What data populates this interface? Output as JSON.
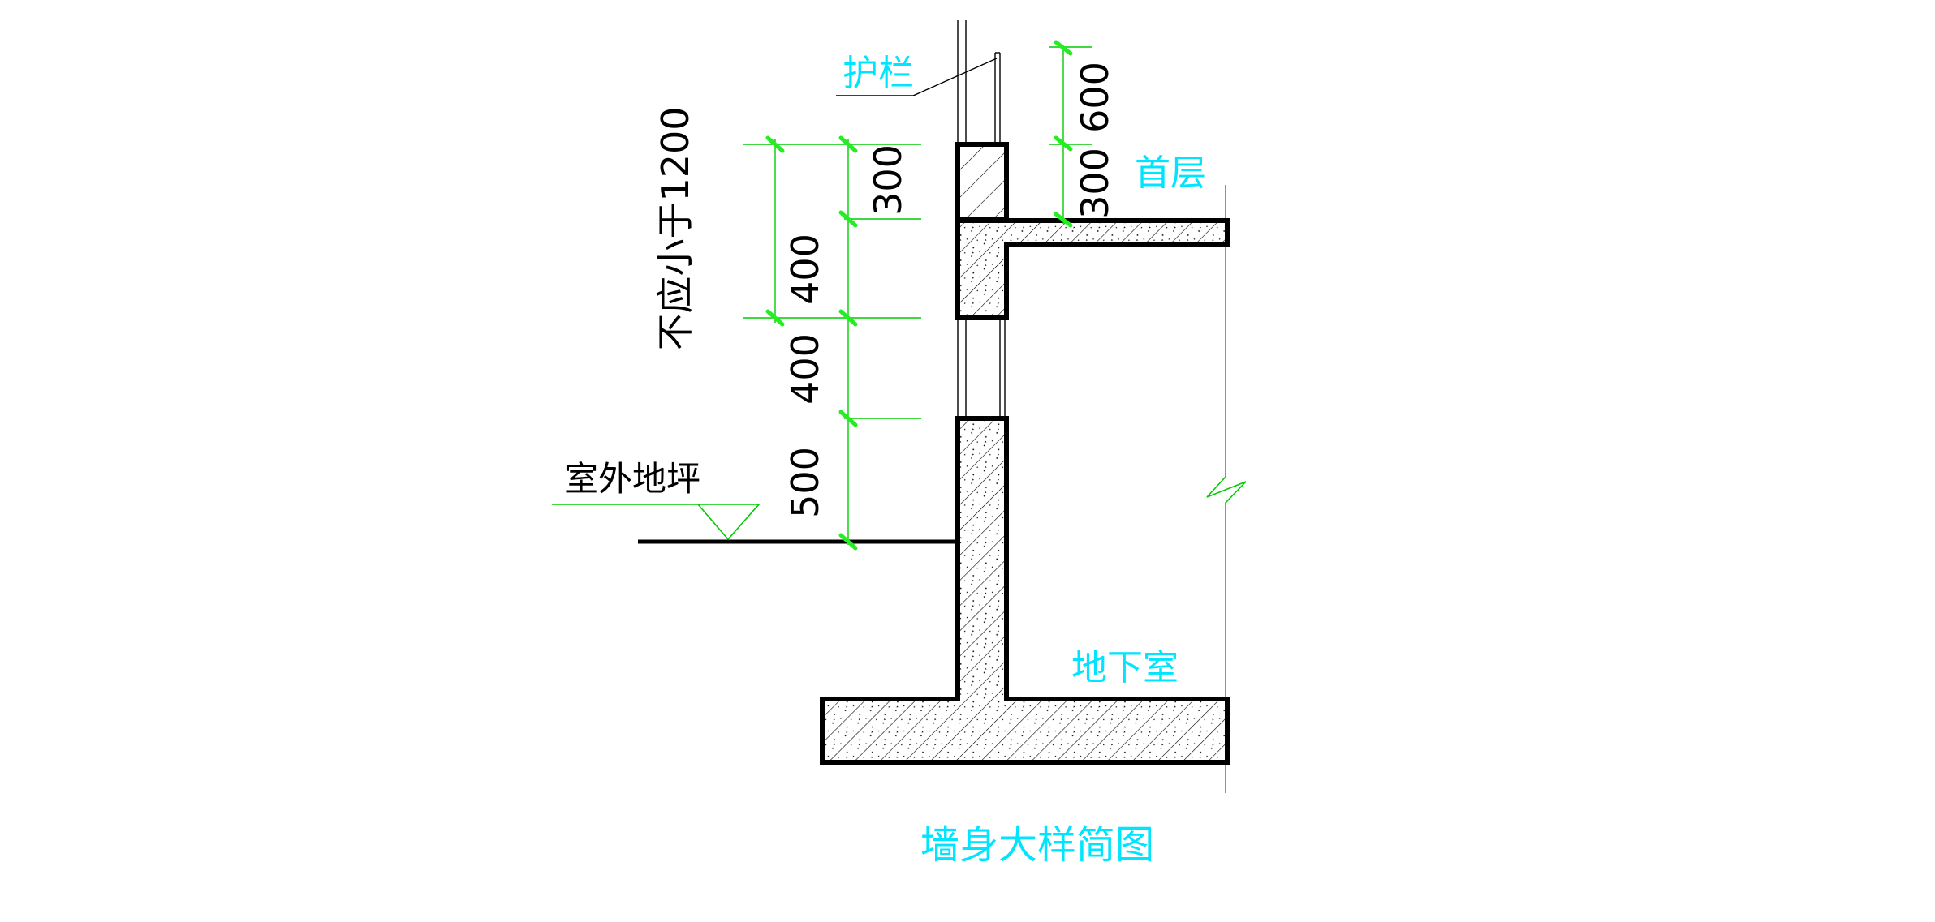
{
  "drawing": {
    "title": "墙身大样简图",
    "labels": {
      "railing": "护栏",
      "first_floor": "首层",
      "outdoor_grade": "室外地坪",
      "basement": "地下室",
      "min_height_note": "不应小于1200"
    },
    "dimensions": {
      "left_upper": "300",
      "left_middle_1": "400",
      "left_middle_2": "400",
      "left_lower": "500",
      "right_upper": "600",
      "right_lower": "300"
    },
    "colors": {
      "background": "#ffffff",
      "structure": "#000000",
      "dimension": "#00cc00",
      "dimension_tick": "#22ee22",
      "label_text": "#00e5ff",
      "dimension_text": "#000000"
    }
  }
}
